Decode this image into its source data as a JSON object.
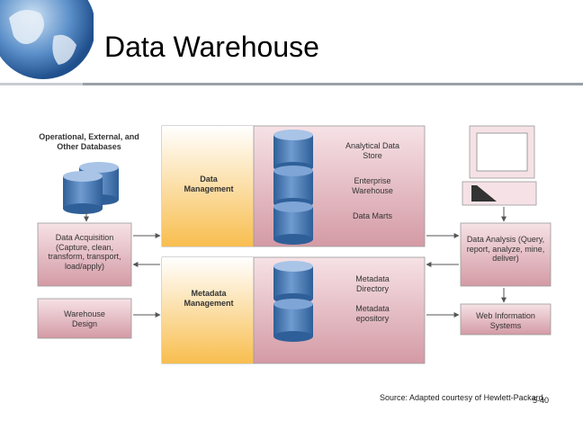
{
  "title": "Data Warehouse",
  "source_note": "Source: Adapted courtesy of Hewlett-Packard.",
  "page_number": "5-40",
  "diagram": {
    "databases_label": "Operational, External, and Other Databases",
    "data_acquisition": "Data Acquisition (Capture, clean, transform, transport, load/apply)",
    "warehouse_design": "Warehouse Design",
    "data_management": "Data Management",
    "metadata_management": "Metadata Management",
    "analytical_store": "Analytical Data Store",
    "enterprise_warehouse": "Enterprise Warehouse",
    "data_marts": "Data Marts",
    "metadata_directory": "Metadata Directory",
    "metadata_repository": "Metadata epository",
    "data_analysis": "Data Analysis (Query, report, analyze, mine, deliver)",
    "web_info": "Web Information Systems"
  },
  "colors": {
    "pink_top": "#f4d6dc",
    "pink_bottom": "#d9a3ad",
    "orange": "#f7c462",
    "db_blue": "#4d7bb3",
    "arrow": "#555555"
  }
}
